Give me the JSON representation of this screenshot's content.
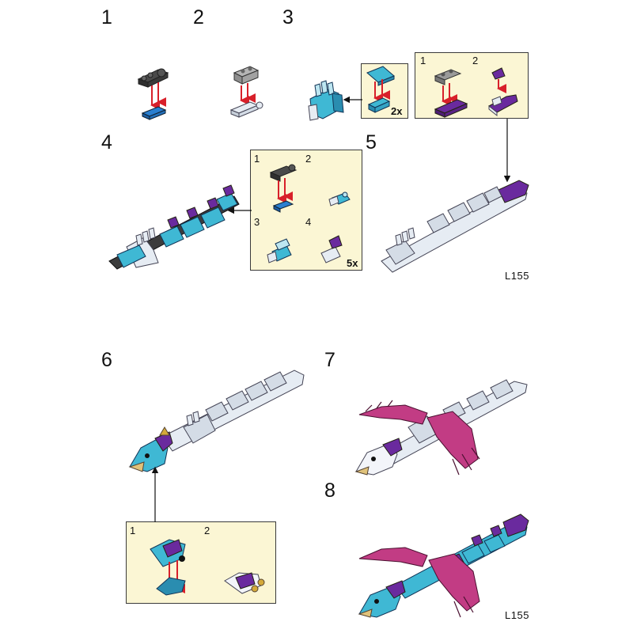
{
  "steps": {
    "s1": "1",
    "s2": "2",
    "s3": "3",
    "s4": "4",
    "s5": "5",
    "s6": "6",
    "s7": "7",
    "s8": "8"
  },
  "callouts": {
    "step3": {
      "multiplier": "2x"
    },
    "step3b": {
      "sub1": "1",
      "sub2": "2"
    },
    "step4": {
      "sub1": "1",
      "sub2": "2",
      "sub3": "3",
      "sub4": "4",
      "multiplier": "5x"
    },
    "step6": {
      "sub1": "1",
      "sub2": "2"
    }
  },
  "page_codes": {
    "top": "L155",
    "bottom": "L155"
  },
  "colors": {
    "arrow_red": "#d8202a",
    "dark_gray": "#3c3c3c",
    "light_gray": "#9a9a9a",
    "blue": "#2a7fd0",
    "azure": "#3fb8d4",
    "white_brick": "#e6ecf3",
    "purple": "#6a2a9e",
    "magenta": "#c23c84",
    "callout_bg": "#fbf6d4"
  }
}
